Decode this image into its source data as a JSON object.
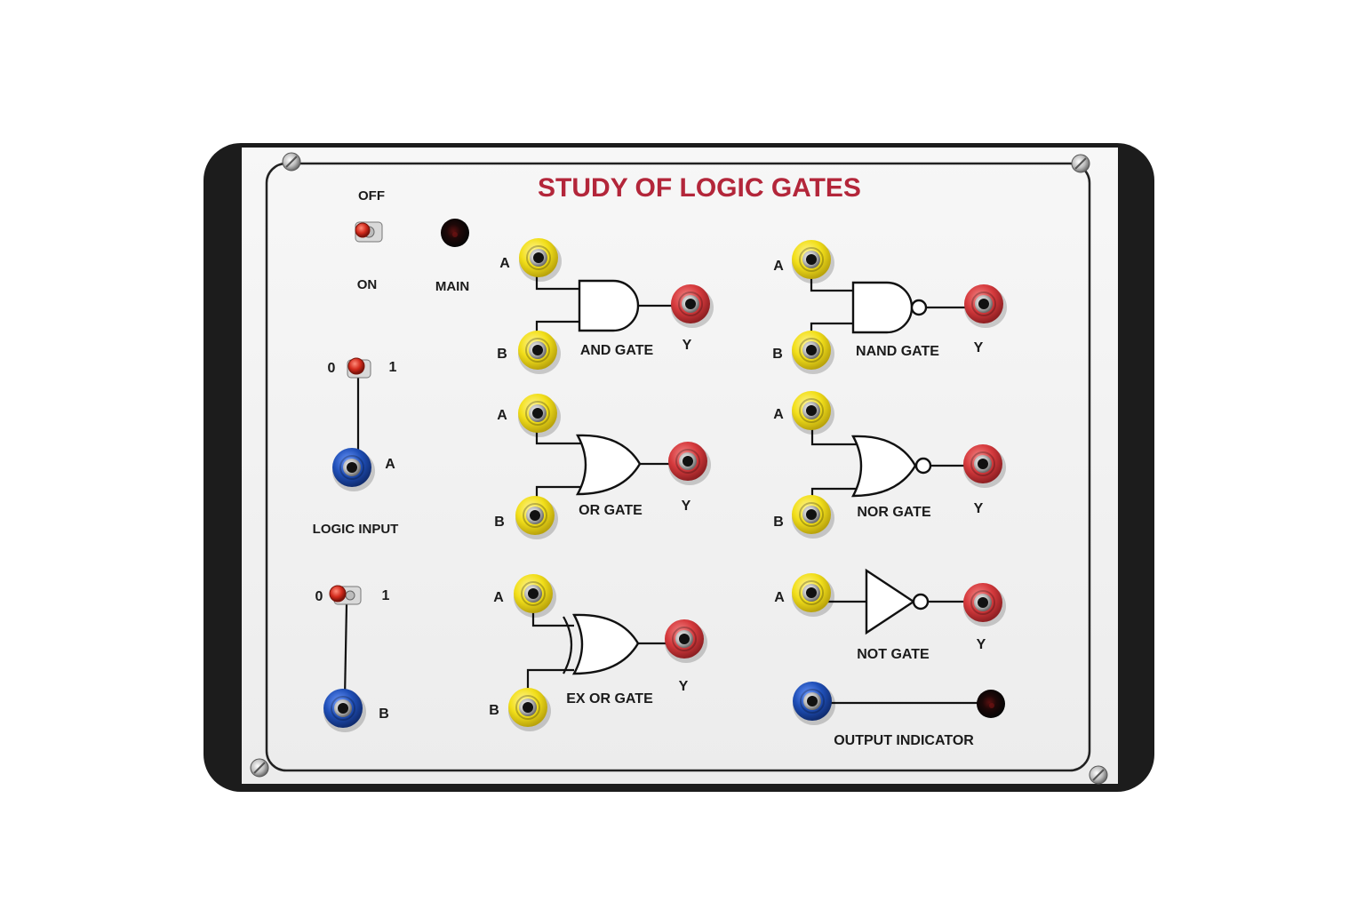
{
  "title": "STUDY OF LOGIC GATES",
  "power": {
    "off_label": "OFF",
    "on_label": "ON",
    "main_label": "MAIN"
  },
  "logic_input": {
    "label": "LOGIC INPUT",
    "switch_a": {
      "zero": "0",
      "one": "1",
      "output": "A"
    },
    "switch_b": {
      "zero": "0",
      "one": "1",
      "output": "B"
    }
  },
  "gates": {
    "and": {
      "name": "AND GATE",
      "in_a": "A",
      "in_b": "B",
      "out": "Y"
    },
    "nand": {
      "name": "NAND GATE",
      "in_a": "A",
      "in_b": "B",
      "out": "Y"
    },
    "or": {
      "name": "OR GATE",
      "in_a": "A",
      "in_b": "B",
      "out": "Y"
    },
    "nor": {
      "name": "NOR GATE",
      "in_a": "A",
      "in_b": "B",
      "out": "Y"
    },
    "xor": {
      "name": "EX OR GATE",
      "in_a": "A",
      "in_b": "B",
      "out": "Y"
    },
    "not": {
      "name": "NOT GATE",
      "in_a": "A",
      "out": "Y"
    }
  },
  "output_indicator": {
    "label": "OUTPUT INDICATOR"
  },
  "colors": {
    "title": "#b3263a",
    "input_socket": "#f2df1a",
    "output_socket": "#d63a3d",
    "logic_socket": "#1f4fb8",
    "panel_frame": "#1c1c1c",
    "panel_face": "#f3f3f3"
  }
}
